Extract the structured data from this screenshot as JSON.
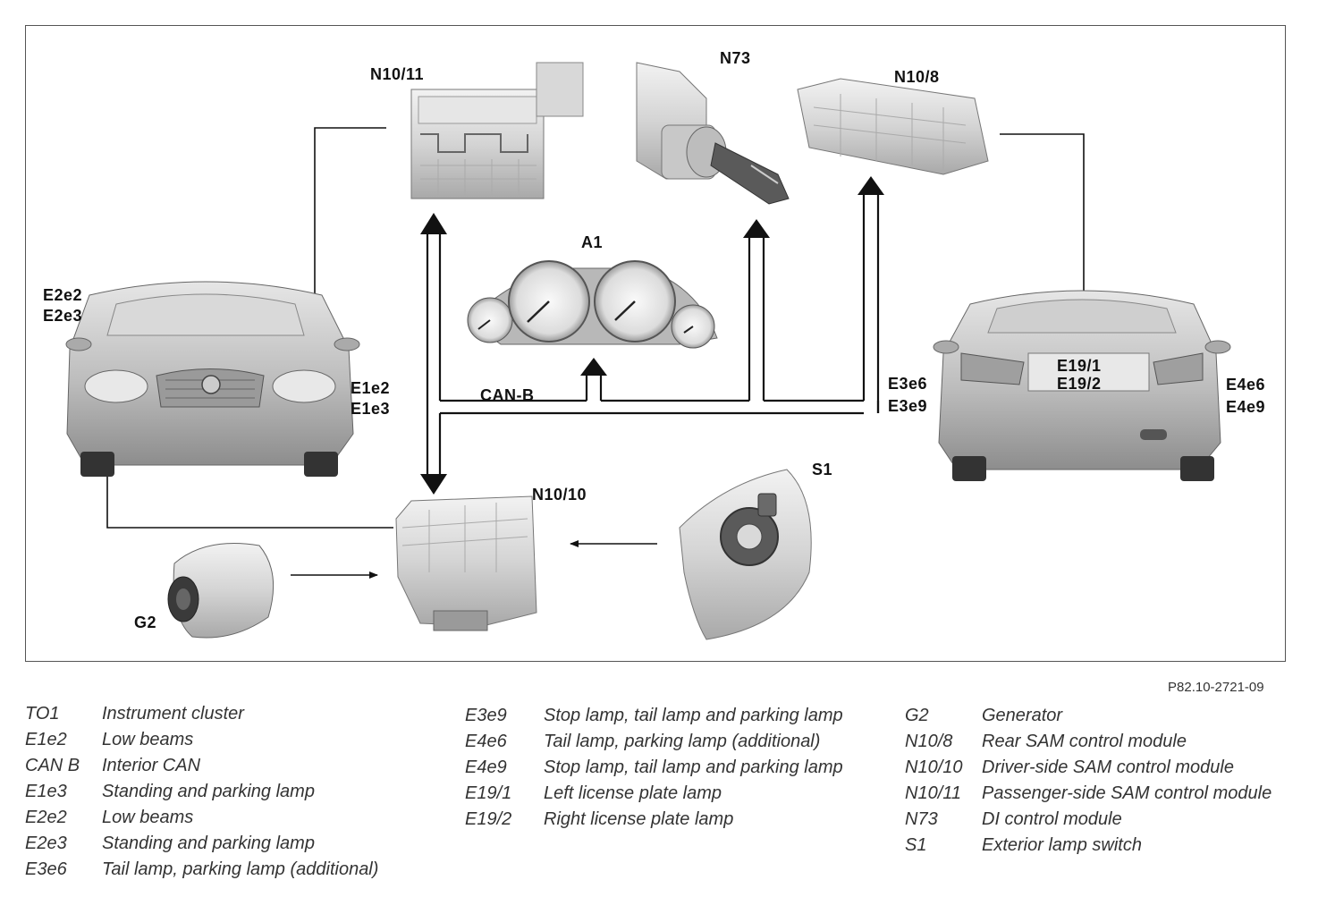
{
  "labels": {
    "n10_11": "N10/11",
    "n73": "N73",
    "n10_8": "N10/8",
    "a1": "A1",
    "e2e2": "E2e2",
    "e2e3": "E2e3",
    "e1e2": "E1e2",
    "e1e3": "E1e3",
    "can_b": "CAN-B",
    "e3e6": "E3e6",
    "e3e9": "E3e9",
    "e19_1": "E19/1",
    "e19_2": "E19/2",
    "e4e6": "E4e6",
    "e4e9": "E4e9",
    "s1": "S1",
    "n10_10": "N10/10",
    "g2": "G2"
  },
  "figure_code": "P82.10-2721-09",
  "legend": {
    "col1": [
      {
        "code": "TO1",
        "desc": "Instrument cluster"
      },
      {
        "code": "E1e2",
        "desc": "Low beams"
      },
      {
        "code": "CAN B",
        "desc": "Interior CAN"
      },
      {
        "code": "E1e3",
        "desc": "Standing and parking lamp"
      },
      {
        "code": "E2e2",
        "desc": "Low beams"
      },
      {
        "code": "E2e3",
        "desc": "Standing and parking lamp"
      },
      {
        "code": "E3e6",
        "desc": "Tail lamp, parking lamp (additional)"
      }
    ],
    "col2": [
      {
        "code": "E3e9",
        "desc": "Stop lamp, tail lamp and parking lamp"
      },
      {
        "code": "E4e6",
        "desc": "Tail lamp, parking lamp (additional)"
      },
      {
        "code": "E4e9",
        "desc": "Stop lamp, tail lamp and parking lamp"
      },
      {
        "code": "E19/1",
        "desc": "Left license plate lamp"
      },
      {
        "code": "E19/2",
        "desc": "Right license plate lamp"
      }
    ],
    "col3": [
      {
        "code": "G2",
        "desc": "Generator"
      },
      {
        "code": "N10/8",
        "desc": "Rear SAM control module"
      },
      {
        "code": "N10/10",
        "desc": "Driver-side SAM control module"
      },
      {
        "code": "N10/11",
        "desc": "Passenger-side SAM control module"
      },
      {
        "code": "N73",
        "desc": "DI control module"
      },
      {
        "code": "S1",
        "desc": "Exterior lamp switch"
      }
    ]
  }
}
